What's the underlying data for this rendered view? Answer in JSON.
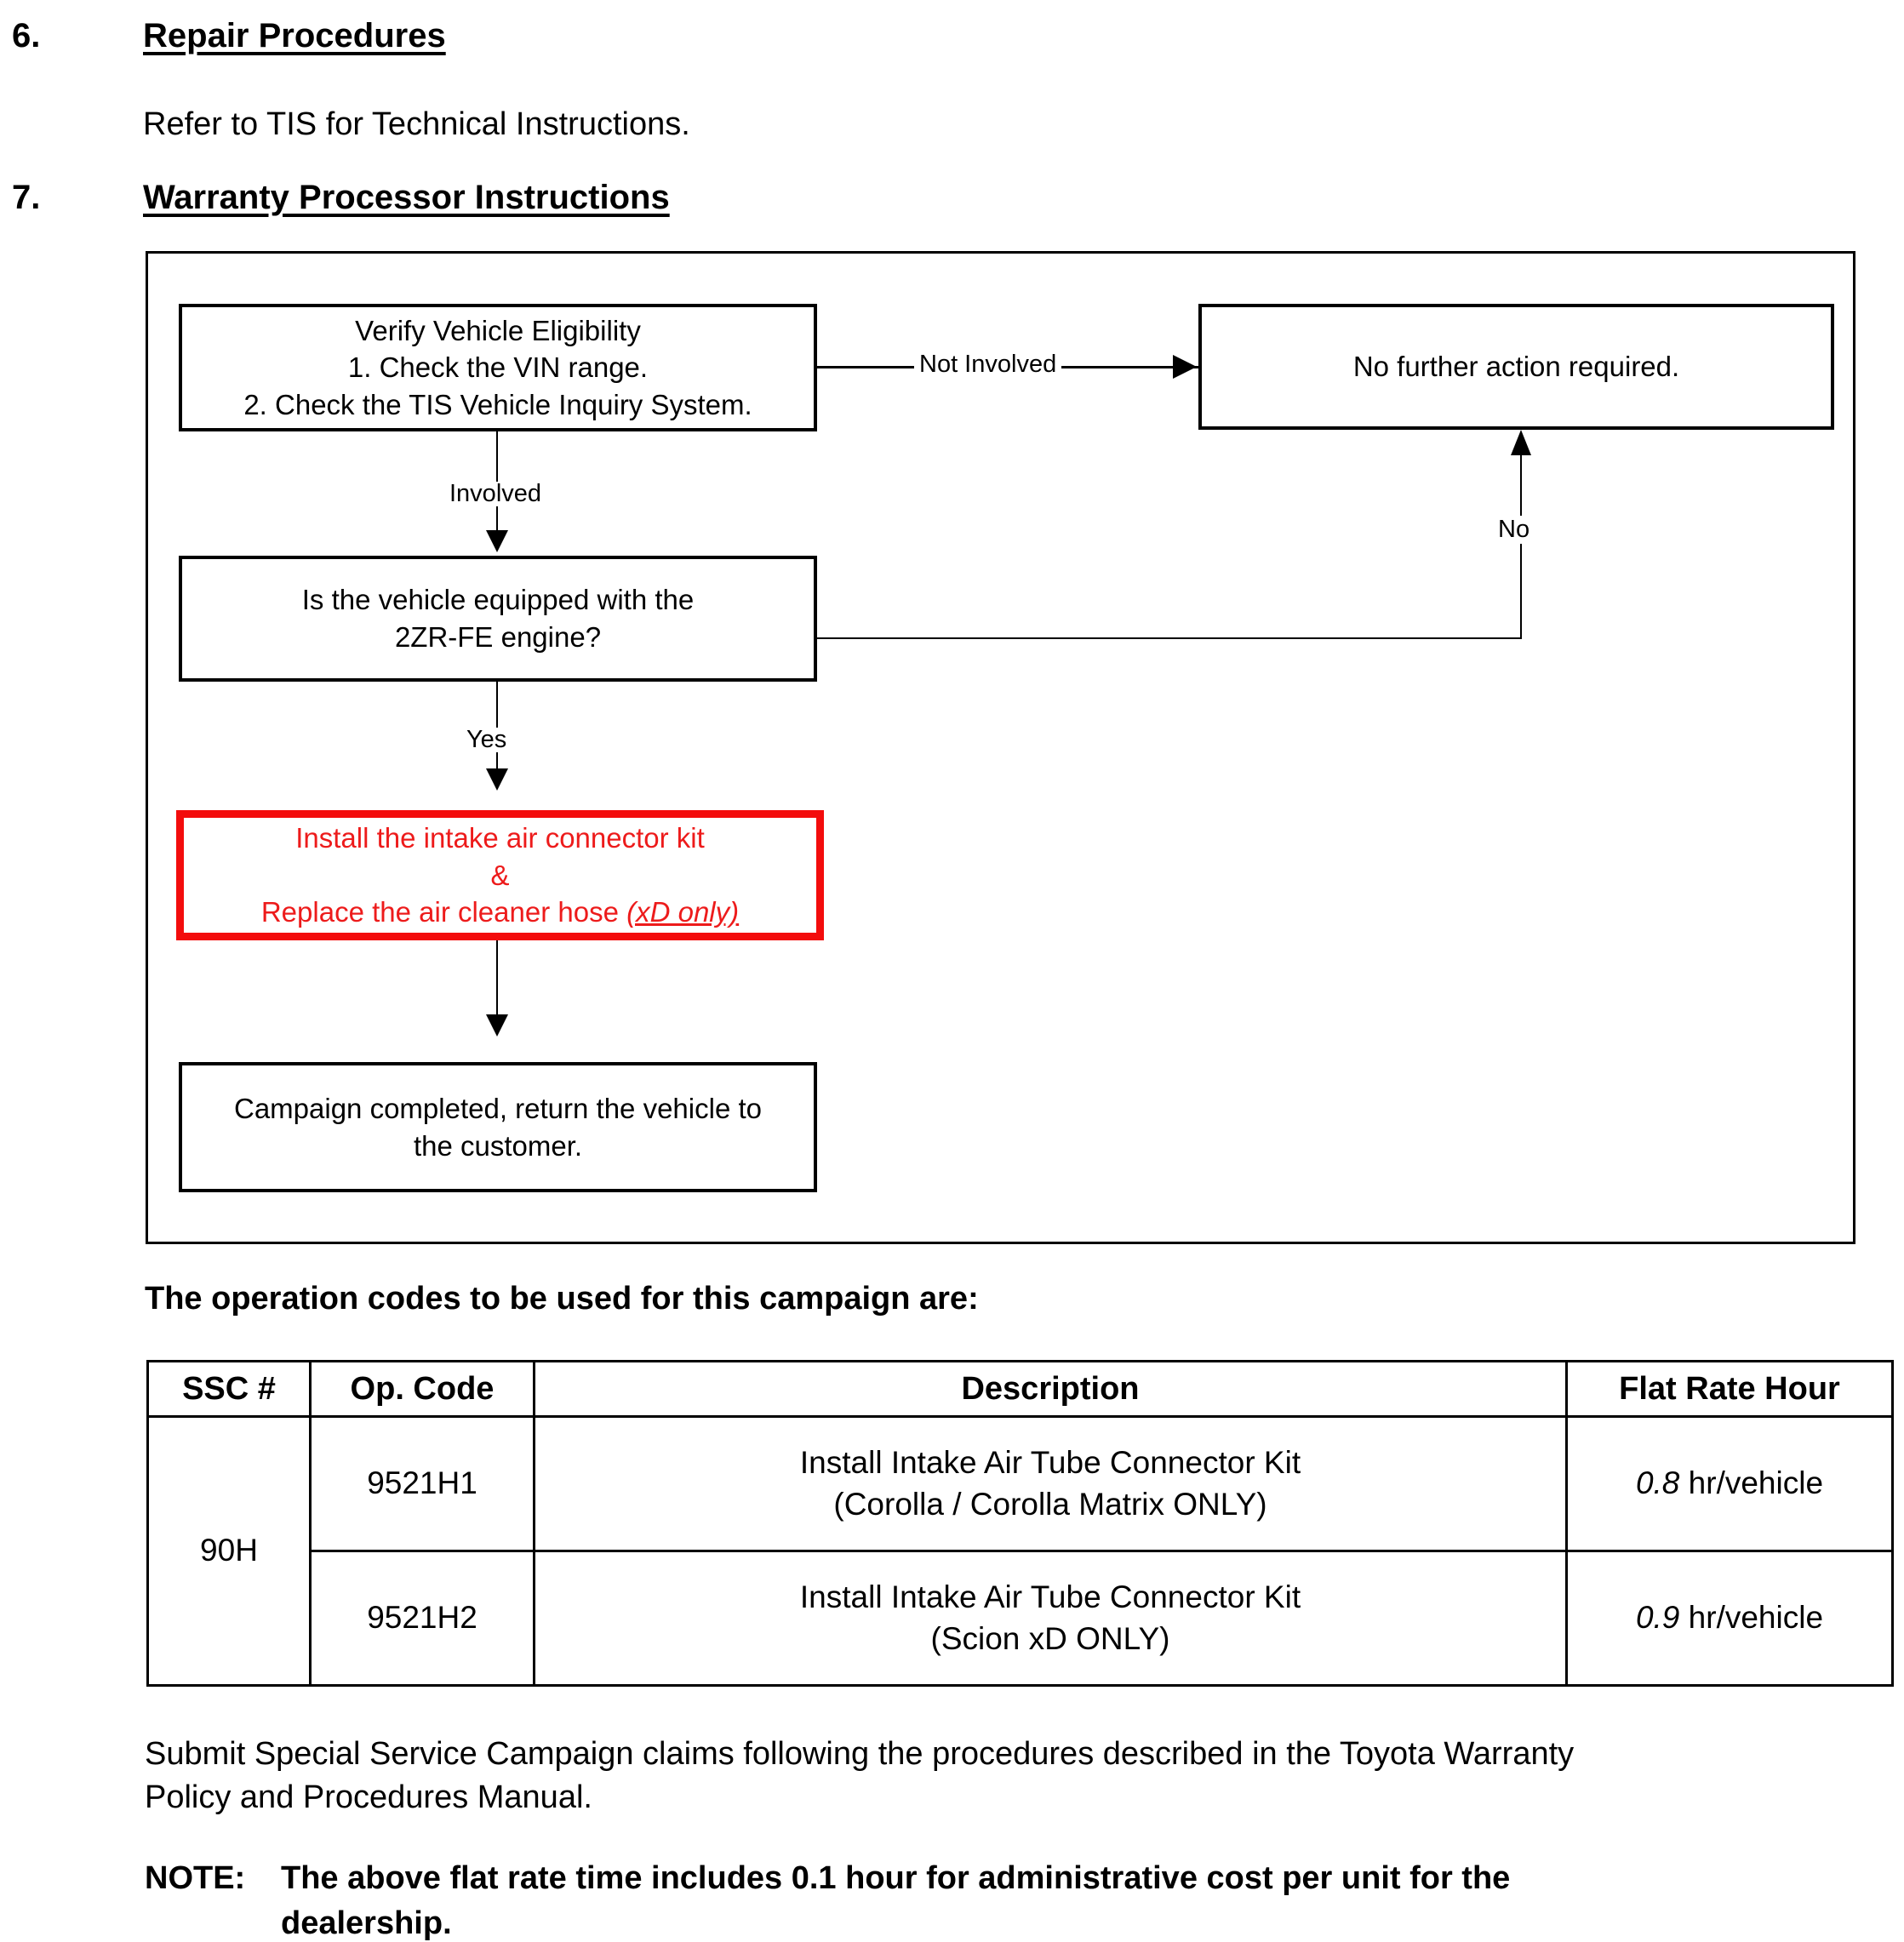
{
  "sections": [
    {
      "number": "6.",
      "title": "Repair Procedures",
      "body": "Refer to TIS for Technical Instructions."
    },
    {
      "number": "7.",
      "title": "Warranty Processor Instructions"
    }
  ],
  "flowchart": {
    "boxes": {
      "verify": {
        "line1": "Verify Vehicle Eligibility",
        "line2": "1. Check the VIN range.",
        "line3": "2. Check the TIS Vehicle Inquiry System."
      },
      "no_action": {
        "text": "No further action required."
      },
      "engine_question": {
        "line1": "Is the vehicle equipped with the",
        "line2": "2ZR-FE engine?"
      },
      "install_kit": {
        "line1": "Install the intake air connector kit",
        "line2": "&",
        "line3_a": "Replace the air cleaner hose ",
        "line3_b": "(xD only)"
      },
      "completed": {
        "line1": "Campaign completed, return the vehicle to",
        "line2": "the customer."
      }
    },
    "edges": {
      "not_involved": "Not Involved",
      "involved": "Involved",
      "no": "No",
      "yes": "Yes"
    }
  },
  "op_codes": {
    "intro": "The operation codes to be used for this campaign are:",
    "headers": [
      "SSC #",
      "Op. Code",
      "Description",
      "Flat Rate Hour"
    ],
    "ssc_number": "90H",
    "rows": [
      {
        "op_code": "9521H1",
        "description_line1": "Install Intake Air Tube Connector Kit",
        "description_line2": "(Corolla / Corolla Matrix ONLY)",
        "rate_value": "0.8",
        "rate_unit": " hr/vehicle"
      },
      {
        "op_code": "9521H2",
        "description_line1": "Install Intake Air Tube Connector Kit",
        "description_line2": "(Scion xD ONLY)",
        "rate_value": "0.9",
        "rate_unit": " hr/vehicle"
      }
    ]
  },
  "footer": {
    "submit_line1": "Submit Special Service Campaign claims following the procedures described in the Toyota Warranty",
    "submit_line2": "Policy and Procedures Manual.",
    "note_label": "NOTE:",
    "note_line1": "The above flat rate time includes 0.1 hour for administrative cost per unit for the",
    "note_line2": "dealership."
  },
  "colors": {
    "highlight_red": "#ee1111",
    "text_black": "#000000"
  }
}
